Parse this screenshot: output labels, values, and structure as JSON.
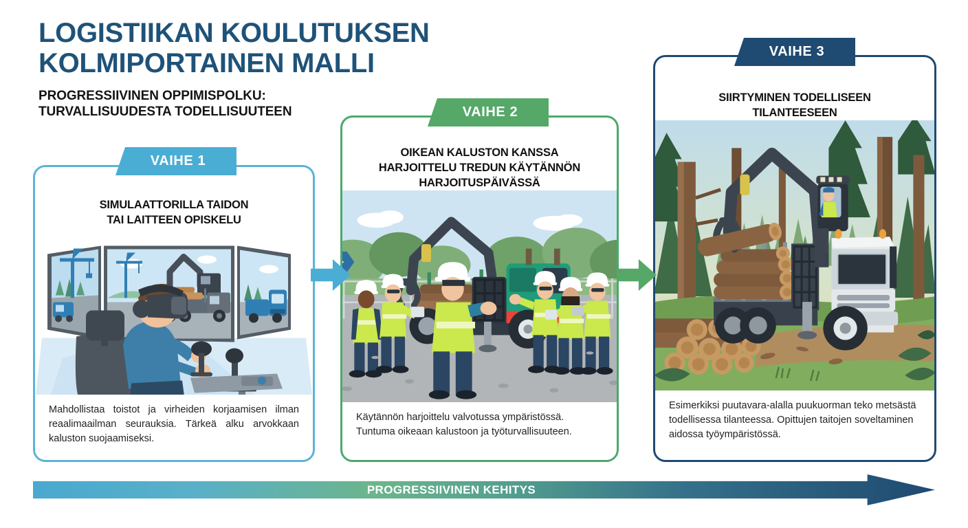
{
  "header": {
    "title_line1": "LOGISTIIKAN KOULUTUKSEN",
    "title_line2": "KOLMIPORTAINEN MALLI",
    "subtitle_line1": "PROGRESSIIVINEN OPPIMISPOLKU:",
    "subtitle_line2": "TURVALLISUUDESTA TODELLISUUTEEN"
  },
  "colors": {
    "stage1": "#4aaed4",
    "stage2": "#55a868",
    "stage3": "#1f4a71",
    "title": "#1f5278",
    "background": "#ffffff"
  },
  "stages": [
    {
      "banner": "VAIHE 1",
      "heading_line1": "SIMULAATTORILLA TAIDON",
      "heading_line2": "TAI LAITTEEN OPISKELU",
      "body": "Mahdollistaa toistot ja virheiden korjaamisen ilman reaalimaailman seurauksia. Tärkeä alku arvokkaan kaluston suojaamiseksi.",
      "image_alt": "vr-simulator-illustration"
    },
    {
      "banner": "VAIHE 2",
      "heading_line1": "OIKEAN KALUSTON KANSSA",
      "heading_line2": "HARJOITTELU TREDUN KÄYTÄNNÖN",
      "heading_line3": "HARJOITUSPÄIVÄSSÄ",
      "body": "Käytännön harjoittelu valvotussa ympäristössä. Tuntuma oikeaan kalustoon ja työturvallisuuteen.",
      "image_alt": "training-day-crane-truck-illustration"
    },
    {
      "banner": "VAIHE 3",
      "heading_line1": "SIIRTYMINEN TODELLISEEN",
      "heading_line2": "TILANTEESEEN",
      "body": "Esimerkiksi puutavara-alalla puukuorman teko metsästä todellisessa tilanteessa. Opittujen taitojen soveltaminen aidossa työympäristössä.",
      "image_alt": "forest-timber-truck-illustration"
    }
  ],
  "progress": {
    "label": "PROGRESSIIVINEN KEHITYS"
  }
}
